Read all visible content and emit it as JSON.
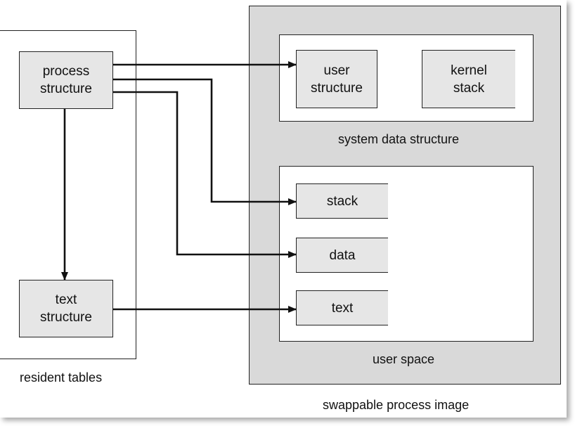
{
  "diagram": {
    "colors": {
      "node_fill": "#e6e6e6",
      "swap_region_fill": "#d9d9d9",
      "line": "#111111"
    },
    "resident_tables": {
      "label": "resident tables",
      "process_structure": {
        "line1": "process",
        "line2": "structure"
      },
      "text_structure": {
        "line1": "text",
        "line2": "structure"
      }
    },
    "swappable_process_image": {
      "label": "swappable process image",
      "system_data_structure": {
        "label": "system data structure",
        "user_structure": {
          "line1": "user",
          "line2": "structure"
        },
        "kernel_stack": {
          "line1": "kernel",
          "line2": "stack"
        }
      },
      "user_space": {
        "label": "user space",
        "stack": "stack",
        "data": "data",
        "text": "text"
      }
    }
  }
}
